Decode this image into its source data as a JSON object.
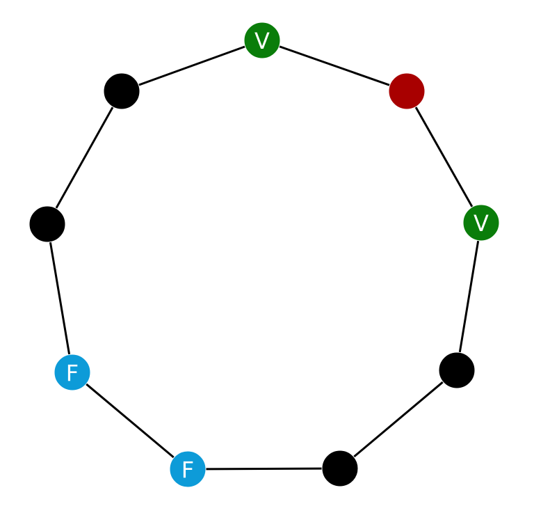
{
  "colors": {
    "black": "#000000",
    "green": "#0a7d0a",
    "red": "#a80000",
    "blue": "#0d9bd8"
  },
  "nodes": [
    {
      "id": "n0",
      "color": "green",
      "label": "V"
    },
    {
      "id": "n1",
      "color": "red",
      "label": ""
    },
    {
      "id": "n2",
      "color": "green",
      "label": "V"
    },
    {
      "id": "n3",
      "color": "black",
      "label": ""
    },
    {
      "id": "n4",
      "color": "black",
      "label": ""
    },
    {
      "id": "n5",
      "color": "blue",
      "label": "F"
    },
    {
      "id": "n6",
      "color": "blue",
      "label": "F"
    },
    {
      "id": "n7",
      "color": "black",
      "label": ""
    },
    {
      "id": "n8",
      "color": "black",
      "label": ""
    }
  ],
  "edges": [
    [
      "n0",
      "n1"
    ],
    [
      "n1",
      "n2"
    ],
    [
      "n2",
      "n3"
    ],
    [
      "n3",
      "n4"
    ],
    [
      "n4",
      "n5"
    ],
    [
      "n5",
      "n6"
    ],
    [
      "n6",
      "n7"
    ],
    [
      "n7",
      "n8"
    ],
    [
      "n8",
      "n0"
    ]
  ]
}
